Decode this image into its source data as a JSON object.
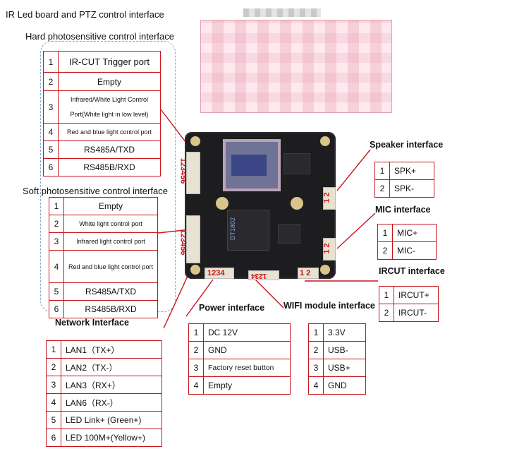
{
  "headings": {
    "main": "IR Led board and PTZ control interface",
    "hard": "Hard photosensitive control interface",
    "soft": "Soft photosensitive control interface",
    "network": "Network Interface",
    "power": "Power interface",
    "wifi": "WIFI module interface",
    "speaker": "Speaker interface",
    "mic": "MIC interface",
    "ircut": "IRCUT interface"
  },
  "hard": [
    {
      "n": "1",
      "t": "IR-CUT Trigger port"
    },
    {
      "n": "2",
      "t": "Empty"
    },
    {
      "n": "3",
      "t": "Infrared/White Light Control Port(White light in low level)"
    },
    {
      "n": "4",
      "t": "Red and blue light control port"
    },
    {
      "n": "5",
      "t": "RS485A/TXD"
    },
    {
      "n": "6",
      "t": "RS485B/RXD"
    }
  ],
  "soft": [
    {
      "n": "1",
      "t": "Empty"
    },
    {
      "n": "2",
      "t": "White light control port"
    },
    {
      "n": "3",
      "t": "Infrared light control port"
    },
    {
      "n": "4",
      "t": "Red and blue light control port"
    },
    {
      "n": "5",
      "t": "RS485A/TXD"
    },
    {
      "n": "6",
      "t": "RS485B/RXD"
    }
  ],
  "network": [
    {
      "n": "1",
      "t": "LAN1（TX+）"
    },
    {
      "n": "2",
      "t": "LAN2（TX-）"
    },
    {
      "n": "3",
      "t": "LAN3（RX+）"
    },
    {
      "n": "4",
      "t": "LAN6（RX-）"
    },
    {
      "n": "5",
      "t": "LED Link+ (Green+)"
    },
    {
      "n": "6",
      "t": "LED 100M+(Yellow+)"
    }
  ],
  "power": [
    {
      "n": "1",
      "t": "DC 12V"
    },
    {
      "n": "2",
      "t": "GND"
    },
    {
      "n": "3",
      "t": "Factory reset button"
    },
    {
      "n": "4",
      "t": "Empty"
    }
  ],
  "wifi": [
    {
      "n": "1",
      "t": "3.3V"
    },
    {
      "n": "2",
      "t": "USB-"
    },
    {
      "n": "3",
      "t": "USB+"
    },
    {
      "n": "4",
      "t": "GND"
    }
  ],
  "speaker": [
    {
      "n": "1",
      "t": "SPK+"
    },
    {
      "n": "2",
      "t": "SPK-"
    }
  ],
  "mic": [
    {
      "n": "1",
      "t": "MIC+"
    },
    {
      "n": "2",
      "t": "MIC-"
    }
  ],
  "ircut": [
    {
      "n": "1",
      "t": "IRCUT+"
    },
    {
      "n": "2",
      "t": "IRCUT-"
    }
  ],
  "board": {
    "left_connector_top": "123456",
    "left_connector_bottom": "123456",
    "speaker_connector": "1 2",
    "mic_connector": "1 2",
    "ircut_connector": "1 2",
    "power_connector": "1234",
    "wifi_connector": "1234",
    "chip_text": "DT1802"
  },
  "colors": {
    "line": "#c8141c",
    "board": "#1d1d1f",
    "pad": "#d9c48a",
    "dash": "#8aa6d6"
  }
}
